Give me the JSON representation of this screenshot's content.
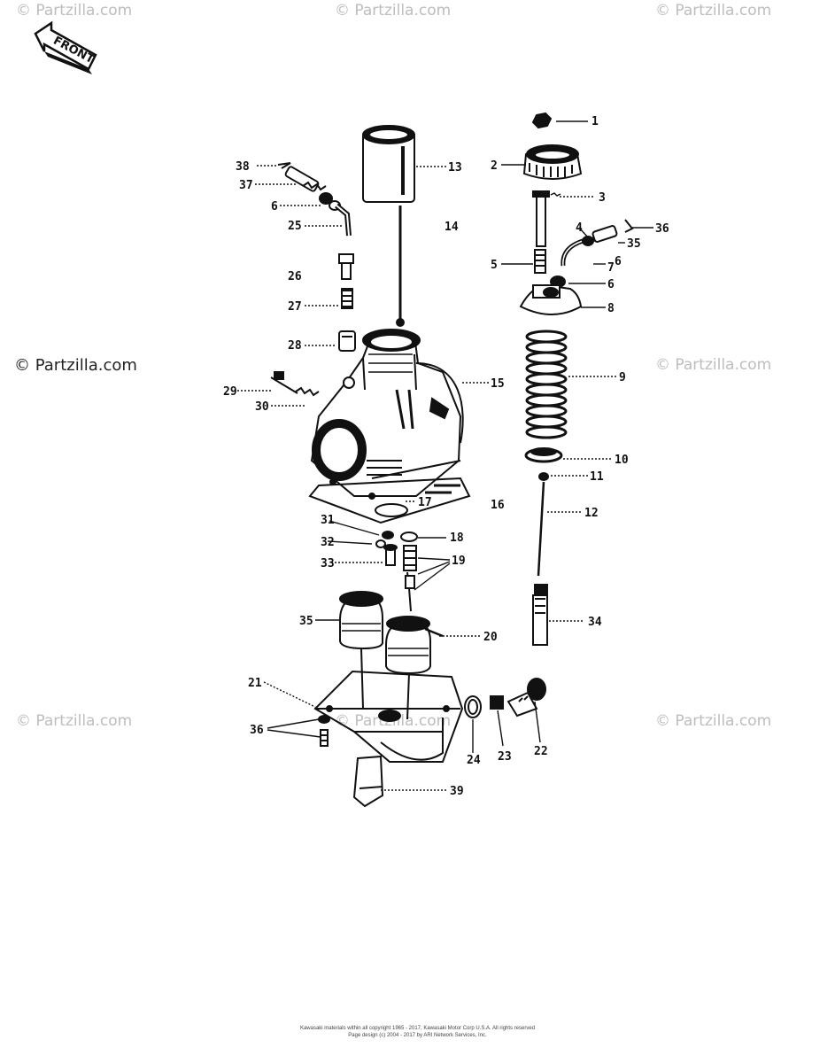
{
  "watermarks": {
    "top_left": "© Partzilla.com",
    "top_center": "© Partzilla.com",
    "top_right": "© Partzilla.com",
    "mid_left": "© Partzilla.com",
    "mid_right": "© Partzilla.com",
    "low_left": "© Partzilla.com",
    "low_center": "© Partzilla.com",
    "low_right": "© Partzilla.com"
  },
  "front_label": "FRONT",
  "part_numbers": [
    "1",
    "2",
    "3",
    "4",
    "5",
    "6",
    "7",
    "6",
    "8",
    "9",
    "10",
    "11",
    "12",
    "13",
    "14",
    "15",
    "16",
    "17",
    "18",
    "19",
    "20",
    "21",
    "22",
    "23",
    "24",
    "25",
    "26",
    "27",
    "28",
    "29",
    "30",
    "31",
    "32",
    "33",
    "34",
    "35",
    "35",
    "36",
    "36",
    "37",
    "38",
    "39",
    "6"
  ],
  "copyright": {
    "line1": "Kawasaki materials within all copyright 1965 - 2017, Kawasaki Motor Corp U.S.A. All rights reserved",
    "line2": "Page design (c) 2004 - 2017 by ARI Network Services, Inc."
  }
}
